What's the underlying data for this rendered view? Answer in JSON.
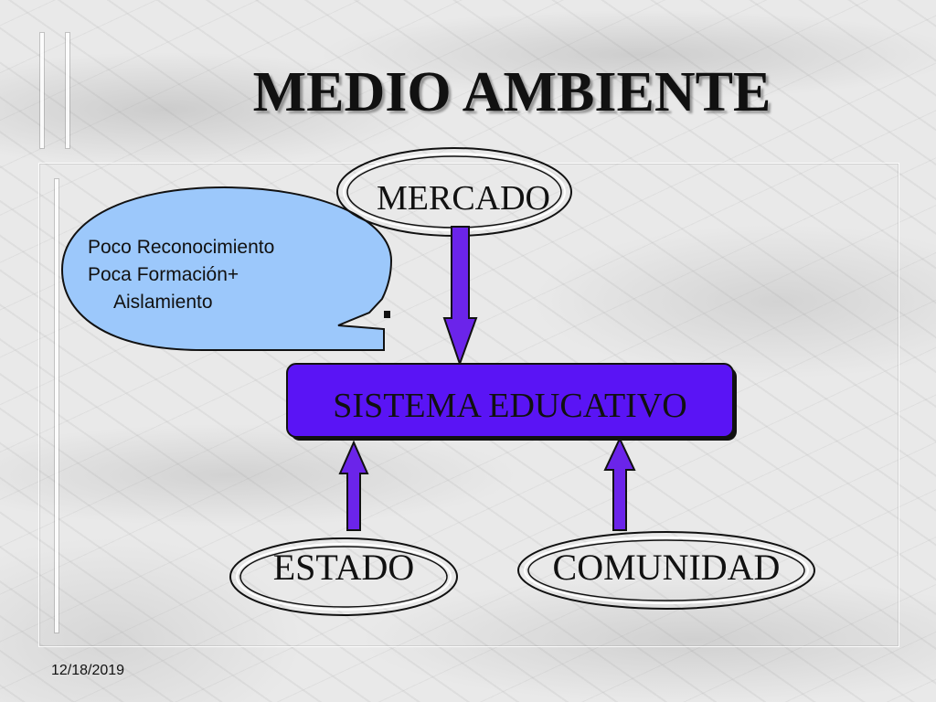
{
  "slide": {
    "title": "MEDIO AMBIENTE",
    "date": "12/18/2019"
  },
  "diagram": {
    "top_node": "MERCADO",
    "center_node": "SISTEMA EDUCATIVO",
    "bottom_left_node": "ESTADO",
    "bottom_right_node": "COMUNIDAD",
    "callout_lines": [
      "Poco Reconocimiento",
      "Poca Formación+",
      "Aislamiento"
    ]
  },
  "colors": {
    "center_fill": "#5a14f5",
    "arrow_fill": "#6b24ea",
    "callout_fill": "#9cc8fb"
  }
}
